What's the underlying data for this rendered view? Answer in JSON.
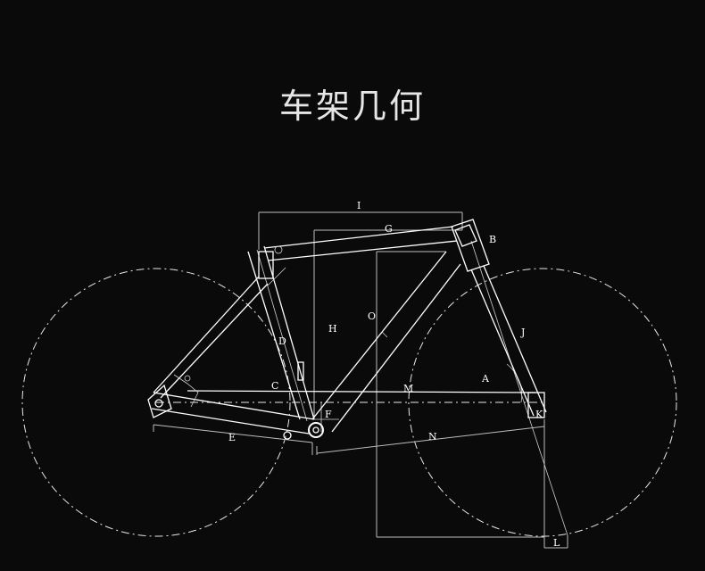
{
  "title": "车架几何",
  "labels": {
    "I": "I",
    "G": "G",
    "B": "B",
    "H": "H",
    "O": "O",
    "D": "D",
    "C": "C",
    "J": "J",
    "A": "A",
    "M": "M",
    "K": "K",
    "E": "E",
    "N": "N",
    "F": "F",
    "L": "L"
  }
}
